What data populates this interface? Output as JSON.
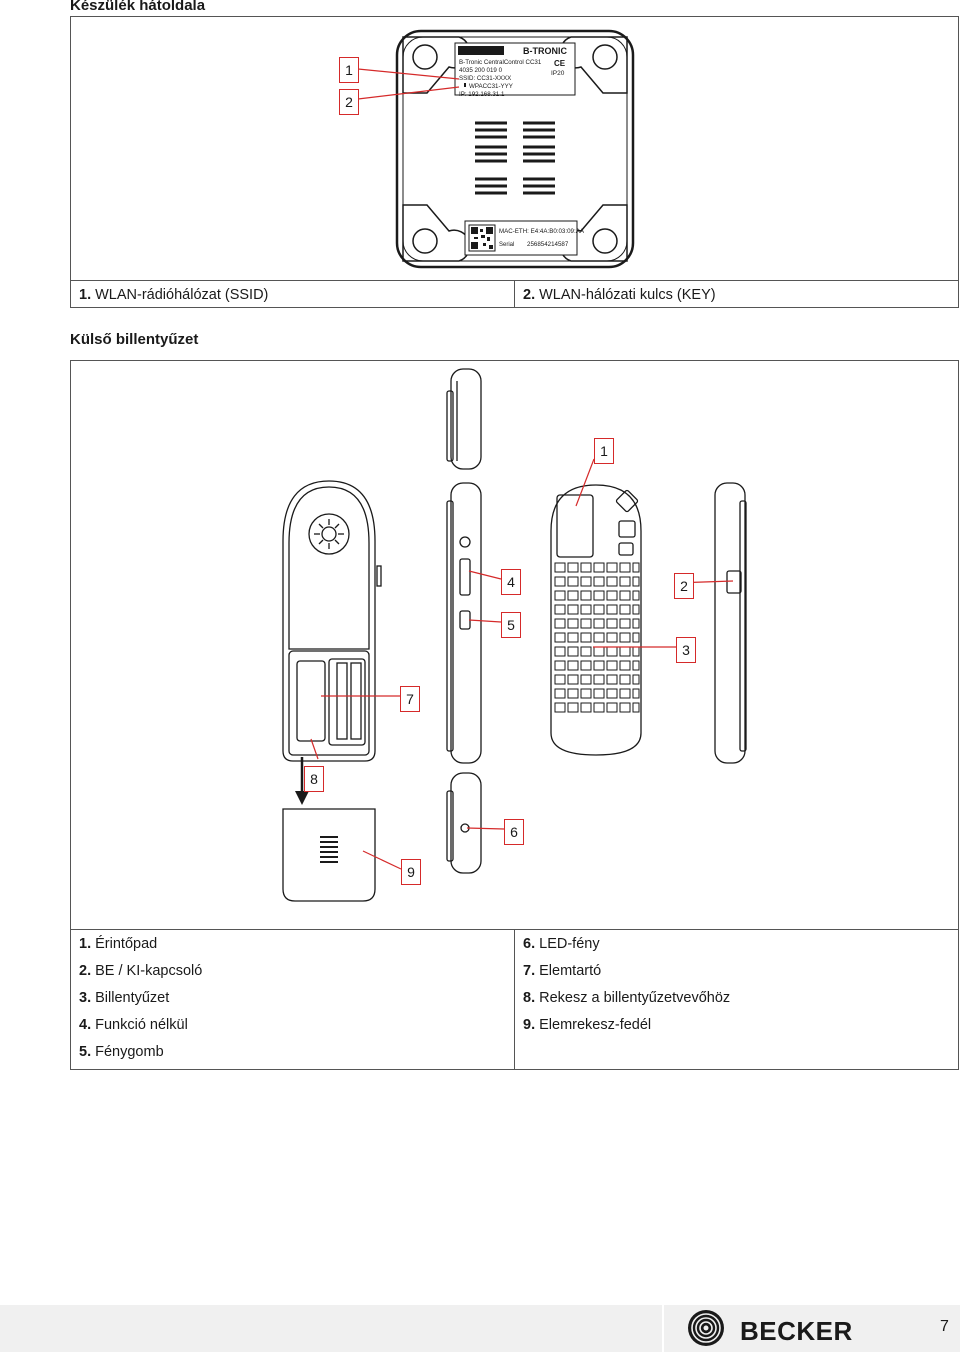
{
  "section1": {
    "title": "Készülék hátoldala",
    "label": {
      "brand": "BECKER",
      "btronic": "B-TRONIC",
      "line1": "B-Tronic CentralControl CC31",
      "line2": "4035 200 019 0",
      "line3": "SSID: CC31-XXXX",
      "line4": "WPACC31-YYY",
      "line5": "IP: 192.168.31.1",
      "ce": "CE",
      "ip": "IP20",
      "mac": "MAC-ETH: E4:4A:B0:03:09:AA",
      "serial_label": "Serial",
      "serial_value": "256854214587"
    },
    "callouts": [
      "1",
      "2"
    ],
    "captions": [
      {
        "num": "1.",
        "text": "WLAN-rádióhálózat (SSID)"
      },
      {
        "num": "2.",
        "text": "WLAN-hálózati kulcs (KEY)"
      }
    ]
  },
  "section2": {
    "title": "Külső billentyűzet",
    "callouts": [
      "1",
      "2",
      "3",
      "4",
      "5",
      "6",
      "7",
      "8",
      "9"
    ],
    "legend_left": [
      {
        "num": "1.",
        "text": "Érintőpad"
      },
      {
        "num": "2.",
        "text": "BE / KI-kapcsoló"
      },
      {
        "num": "3.",
        "text": "Billentyűzet"
      },
      {
        "num": "4.",
        "text": "Funkció nélkül"
      },
      {
        "num": "5.",
        "text": "Fénygomb"
      }
    ],
    "legend_right": [
      {
        "num": "6.",
        "text": "LED-fény"
      },
      {
        "num": "7.",
        "text": "Elemtartó"
      },
      {
        "num": "8.",
        "text": "Rekesz a billentyűzetvevőhöz"
      },
      {
        "num": "9.",
        "text": "Elemrekesz-fedél"
      }
    ]
  },
  "footer": {
    "brand": "BECKER",
    "page": "7"
  },
  "colors": {
    "callout": "#d52a2a",
    "line": "#1a1a1a"
  }
}
